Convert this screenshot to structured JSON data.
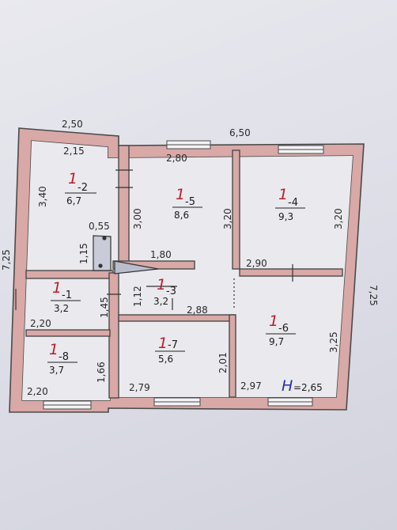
{
  "colors": {
    "wall_fill": "#d8a9a7",
    "wall_stroke": "#4a4a4a",
    "floor": "#e9e9ee",
    "room_mark": "#b8202a",
    "height_mark": "#2730a8"
  },
  "outer": {
    "top_left_width": "2,50",
    "top_right_width": "6,50",
    "left_height": "7,25",
    "right_height": "7,25"
  },
  "rooms": [
    {
      "id": "-1",
      "area": "3,2",
      "dims": [
        "1,45",
        "2,20"
      ]
    },
    {
      "id": "-2",
      "area": "6,7",
      "dims": [
        "2,15",
        "3,40"
      ]
    },
    {
      "id": "-3",
      "area": "3,2",
      "dims": [
        "1,12",
        "2,88"
      ]
    },
    {
      "id": "-4",
      "area": "9,3",
      "dims": [
        "3,20"
      ]
    },
    {
      "id": "-5",
      "area": "8,6",
      "dims": [
        "2,80",
        "3,00",
        "3,20"
      ]
    },
    {
      "id": "-6",
      "area": "9,7",
      "dims": [
        "2,90",
        "3,25",
        "2,97"
      ]
    },
    {
      "id": "-7",
      "area": "5,6",
      "dims": [
        "2,01",
        "2,79"
      ]
    },
    {
      "id": "-8",
      "area": "3,7",
      "dims": [
        "1,66",
        "2,20"
      ]
    }
  ],
  "stair": {
    "width": "0,55",
    "length": "1,15"
  },
  "passage": {
    "length": "1,80"
  },
  "ceiling": {
    "prefix": "Н",
    "value": "=2,65"
  },
  "floor_mark": "1"
}
